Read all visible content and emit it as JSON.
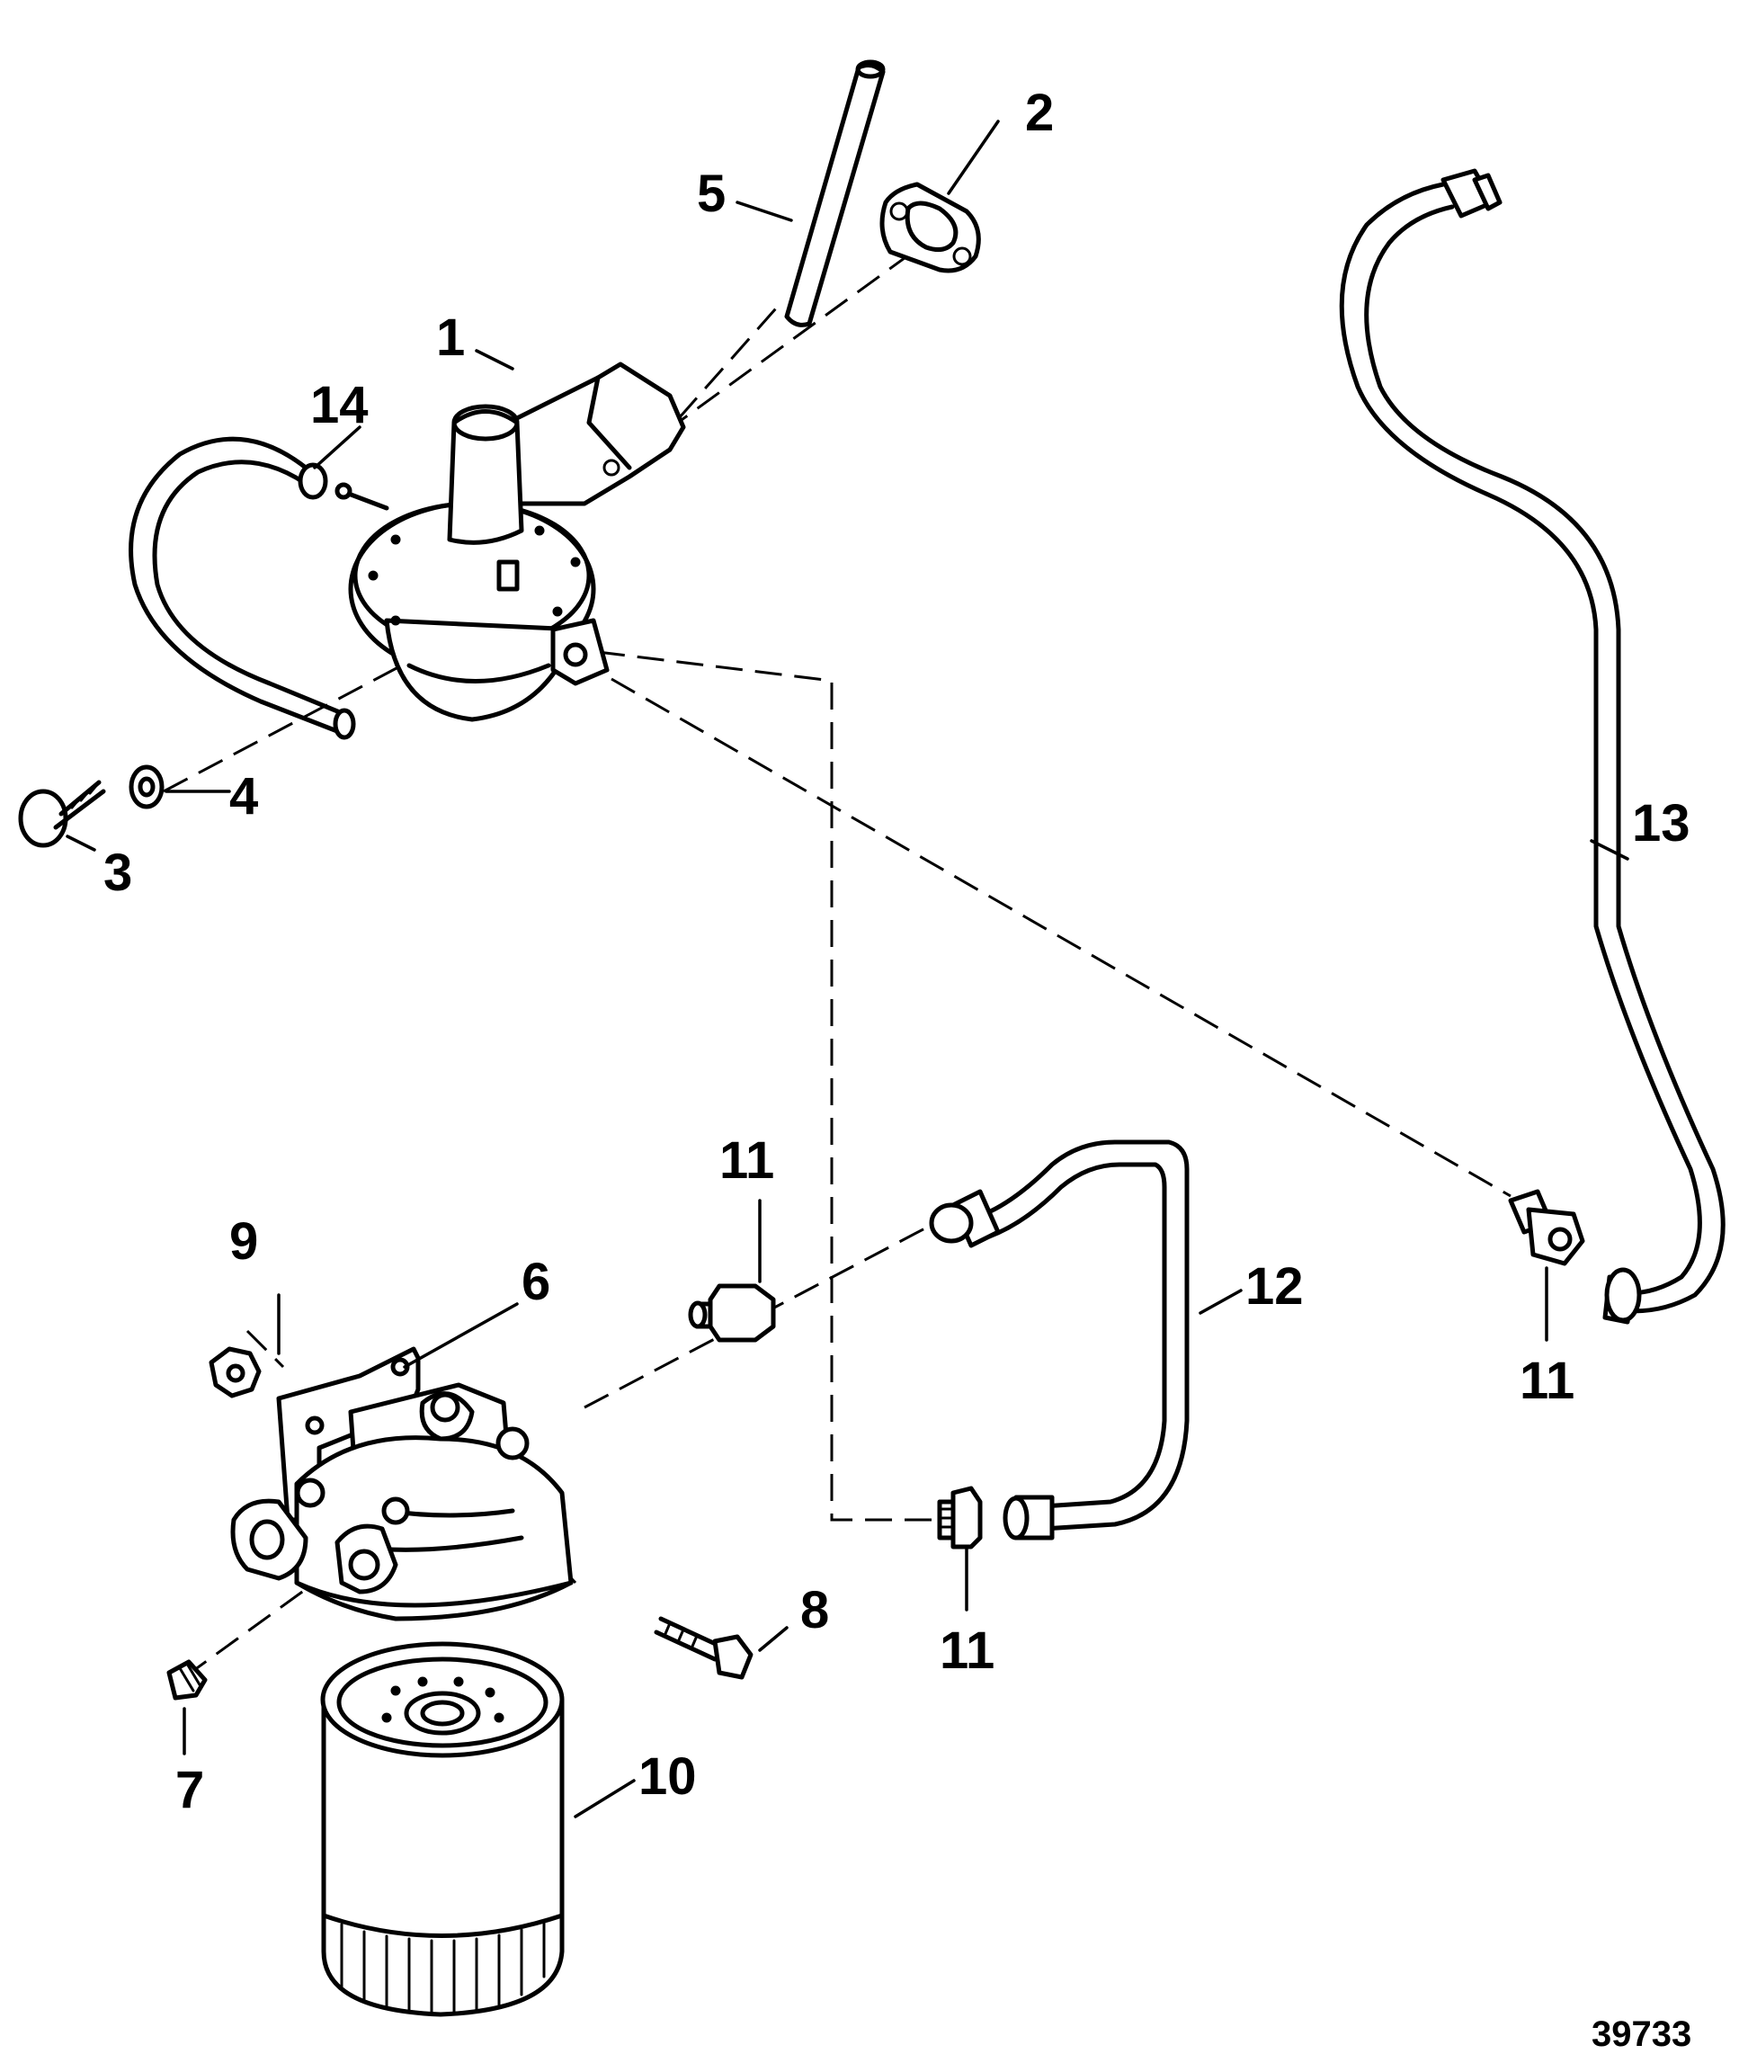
{
  "figure_number": "39733",
  "callouts": [
    {
      "id": "c1",
      "label": "1"
    },
    {
      "id": "c2",
      "label": "2"
    },
    {
      "id": "c3",
      "label": "3"
    },
    {
      "id": "c4",
      "label": "4"
    },
    {
      "id": "c5",
      "label": "5"
    },
    {
      "id": "c6",
      "label": "6"
    },
    {
      "id": "c7",
      "label": "7"
    },
    {
      "id": "c8",
      "label": "8"
    },
    {
      "id": "c9",
      "label": "9"
    },
    {
      "id": "c10",
      "label": "10"
    },
    {
      "id": "c11a",
      "label": "11"
    },
    {
      "id": "c11b",
      "label": "11"
    },
    {
      "id": "c11c",
      "label": "11"
    },
    {
      "id": "c12",
      "label": "12"
    },
    {
      "id": "c13",
      "label": "13"
    },
    {
      "id": "c14",
      "label": "14"
    }
  ]
}
